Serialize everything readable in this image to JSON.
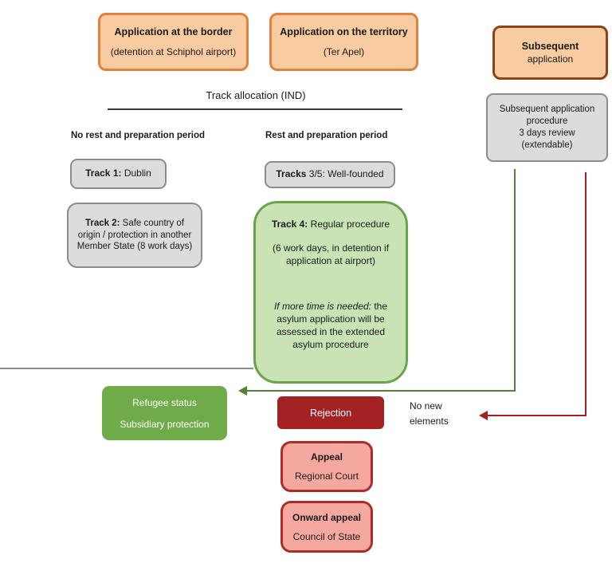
{
  "colors": {
    "orange_fill": "#F8CBA0",
    "orange_border": "#E0813F",
    "subsequent_border": "#8C4318",
    "gray_fill": "#DCDCDC",
    "gray_border": "#8C8C8C",
    "light_green_fill": "#C9E3B5",
    "green_border": "#6BA34D",
    "solid_green": "#6FAC49",
    "dark_red": "#A32123",
    "pink_fill": "#F5A8A0",
    "pink_border": "#AF2B28",
    "green_arrow": "#548235",
    "red_arrow": "#A32123"
  },
  "top_row": {
    "border_application": {
      "title": "Application at the border",
      "subtitle": "(detention at Schiphol airport)"
    },
    "territory_application": {
      "title": "Application on the territory",
      "subtitle": "(Ter Apel)"
    },
    "subsequent_application": {
      "title": "Subsequent",
      "subtitle": "application"
    }
  },
  "subsequent_procedure": {
    "line1": "Subsequent application procedure",
    "line2": "3 days review",
    "line3": "(extendable)"
  },
  "track_allocation": {
    "title": "Track allocation (IND)"
  },
  "column_headers": {
    "left": "No rest and preparation period",
    "right": "Rest and preparation period"
  },
  "tracks": {
    "track1": {
      "bold": "Track 1:",
      "rest": " Dublin"
    },
    "track2": {
      "bold": "Track 2:",
      "rest": " Safe country of origin / protection in another Member State (8 work days)"
    },
    "tracks35": {
      "bold": "Tracks",
      "rest": " 3/5: Well-founded"
    },
    "track4": {
      "title_bold": "Track 4:",
      "title_rest": " Regular procedure",
      "detail": "(6 work days, in detention if application at airport)",
      "note_italic": "If more time is needed:",
      "note_rest": " the asylum application will be assessed in the extended asylum procedure"
    }
  },
  "outcomes": {
    "refugee": {
      "line1": "Refugee status",
      "line2": "Subsidiary protection"
    },
    "rejection": "Rejection",
    "no_new_elements": "No new elements",
    "appeal": {
      "title": "Appeal",
      "subtitle": "Regional Court"
    },
    "onward_appeal": {
      "title": "Onward appeal",
      "subtitle": "Council of State"
    }
  }
}
